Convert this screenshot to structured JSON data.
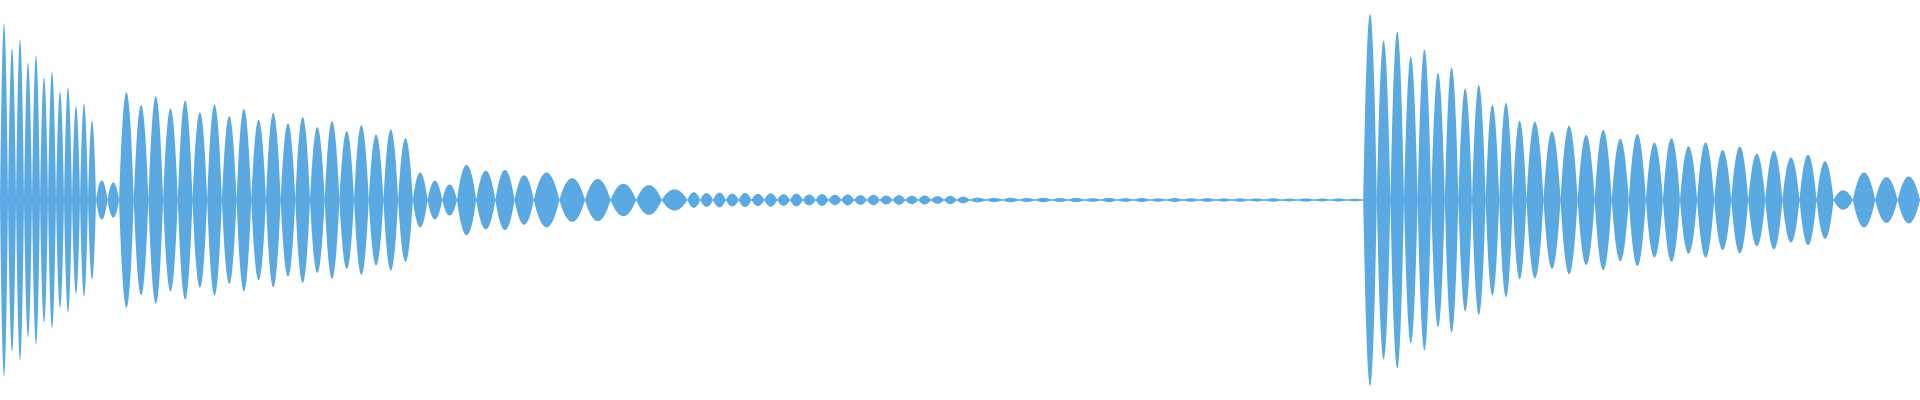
{
  "waveform": {
    "color": "#5aa9e2",
    "background": "#ffffff",
    "amplitude_range": [
      -1,
      1
    ],
    "duration_fraction": [
      0,
      1
    ],
    "segments": [
      {
        "start": 0.0,
        "end": 0.05,
        "amp_start": 0.9,
        "amp_end": 0.45,
        "lobe_count": 12
      },
      {
        "start": 0.05,
        "end": 0.062,
        "amp_start": 0.1,
        "amp_end": 0.1,
        "lobe_count": 2
      },
      {
        "start": 0.062,
        "end": 0.215,
        "amp_start": 0.55,
        "amp_end": 0.35,
        "lobe_count": 20
      },
      {
        "start": 0.215,
        "end": 0.238,
        "amp_start": 0.14,
        "amp_end": 0.08,
        "lobe_count": 3
      },
      {
        "start": 0.238,
        "end": 0.278,
        "amp_start": 0.18,
        "amp_end": 0.14,
        "lobe_count": 4
      },
      {
        "start": 0.278,
        "end": 0.358,
        "amp_start": 0.14,
        "amp_end": 0.06,
        "lobe_count": 6
      },
      {
        "start": 0.358,
        "end": 0.505,
        "amp_start": 0.04,
        "amp_end": 0.02,
        "lobe_count": 22
      },
      {
        "start": 0.505,
        "end": 0.71,
        "amp_start": 0.012,
        "amp_end": 0.008,
        "lobe_count": 24
      },
      {
        "start": 0.71,
        "end": 0.795,
        "amp_start": 0.95,
        "amp_end": 0.45,
        "lobe_count": 12
      },
      {
        "start": 0.795,
        "end": 0.955,
        "amp_start": 0.4,
        "amp_end": 0.22,
        "lobe_count": 18
      },
      {
        "start": 0.955,
        "end": 0.965,
        "amp_start": 0.05,
        "amp_end": 0.05,
        "lobe_count": 1
      },
      {
        "start": 0.965,
        "end": 1.0,
        "amp_start": 0.14,
        "amp_end": 0.12,
        "lobe_count": 3
      }
    ]
  }
}
